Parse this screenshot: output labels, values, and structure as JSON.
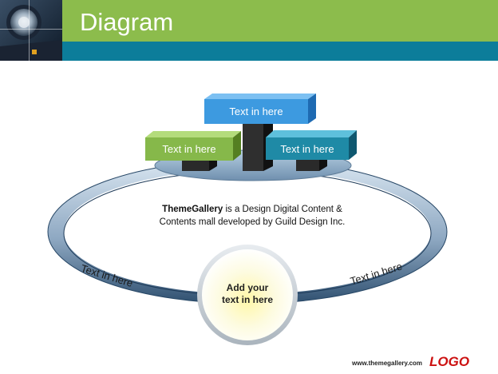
{
  "title": "Diagram",
  "boxes": {
    "top": "Text in here",
    "left": "Text in here",
    "right": "Text in here"
  },
  "ring_labels": {
    "left": "Text in here",
    "right": "Text in here"
  },
  "description": {
    "brand": "ThemeGallery",
    "line1_rest": " is a  Design Digital Content &",
    "line2": "Contents mall developed by Guild Design Inc."
  },
  "center": {
    "line1": "Add your",
    "line2": "text in here"
  },
  "footer": {
    "url": "www.themegallery.com",
    "logo": "LOGO"
  },
  "colors": {
    "header_green": "#8cbc4c",
    "header_blue": "#0c7d9a",
    "box_top": "#3d9ae0",
    "box_left": "#86b84a",
    "box_right": "#1f8aa6",
    "logo_red": "#cc1111"
  }
}
